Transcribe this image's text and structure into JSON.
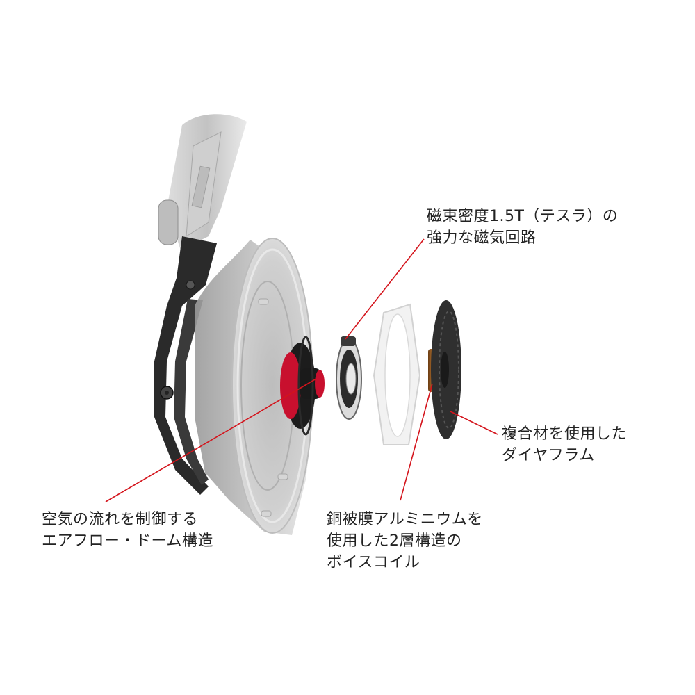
{
  "callouts": {
    "magnet": {
      "line1": "磁束密度1.5T（テスラ）の",
      "line2": "強力な磁気回路"
    },
    "diaphragm": {
      "line1": "複合材を使用した",
      "line2": "ダイヤフラム"
    },
    "dome": {
      "line1": "空気の流れを制御する",
      "line2": "エアフロー・ドーム構造"
    },
    "coil": {
      "line1": "銅被膜アルミニウムを",
      "line2": "使用した2層構造の",
      "line3": "ボイスコイル"
    }
  },
  "colors": {
    "leader_line": "#d4141c",
    "text": "#222222",
    "accent_red": "#c8102e"
  }
}
